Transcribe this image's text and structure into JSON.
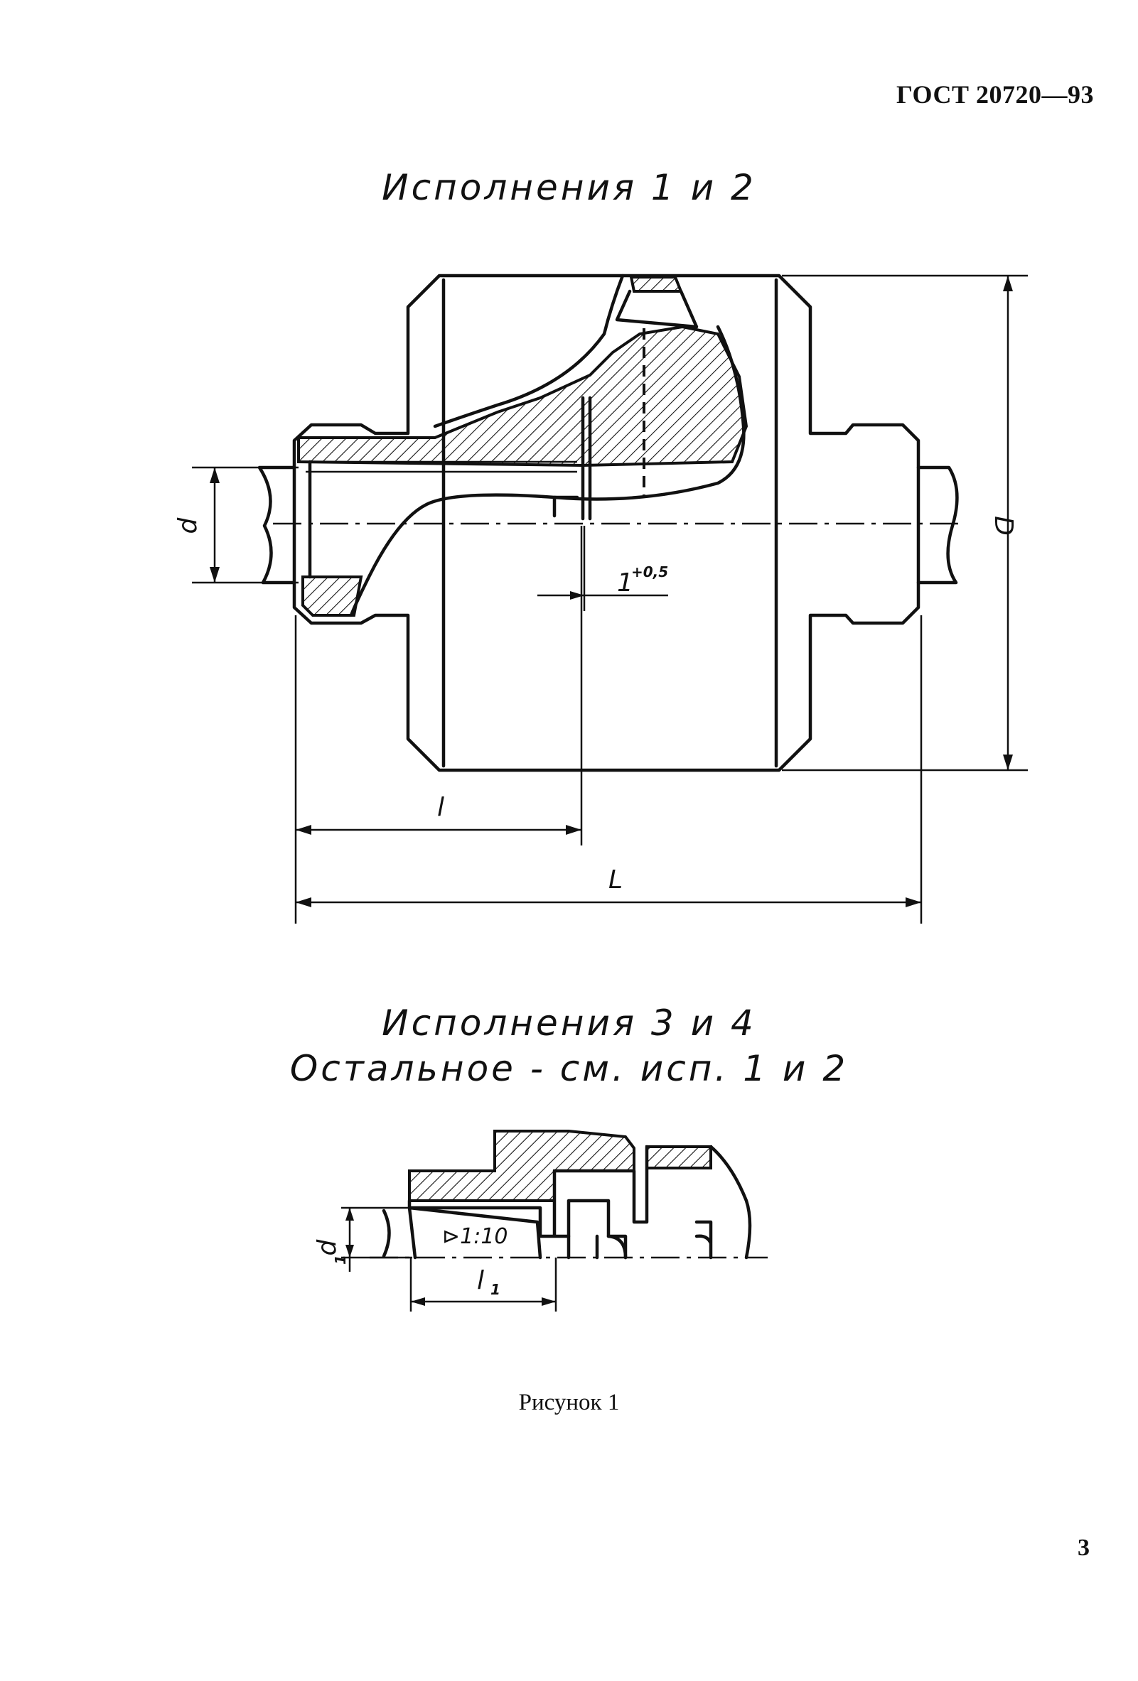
{
  "header": {
    "standard": "ГОСТ 20720—93"
  },
  "figure1": {
    "title": "Исполнения 1 и 2",
    "dims": {
      "d": "d",
      "D": "D",
      "l": "l",
      "L": "L",
      "gap": "1",
      "gap_tol": "+0,5"
    }
  },
  "figure2": {
    "title": "Исполнения 3 и 4",
    "subtitle": "Остальное - см. исп. 1 и 2",
    "dims": {
      "d1": "d",
      "d1_sub": "1",
      "l1": "l",
      "l1_sub": "1",
      "taper": "⊳1:10"
    }
  },
  "caption": "Рисунок 1",
  "page_number": "3"
}
